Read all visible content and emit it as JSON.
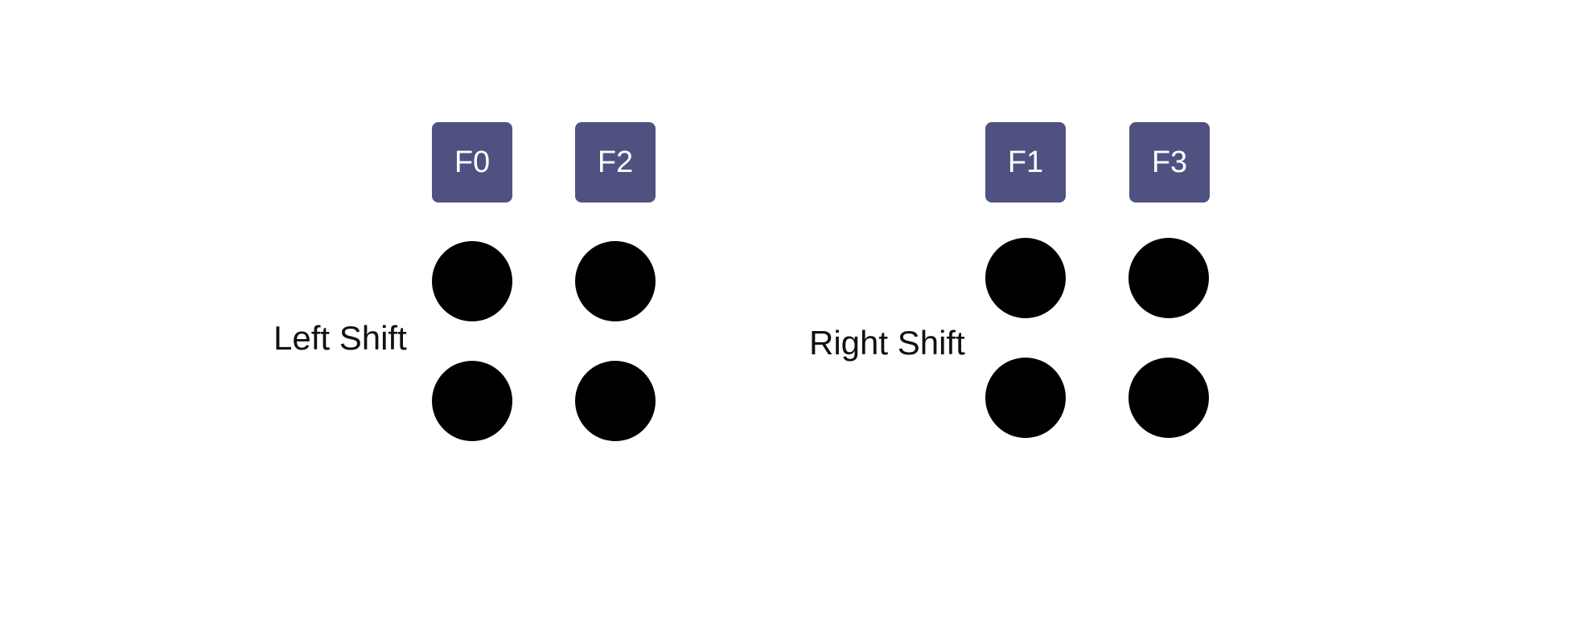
{
  "colors": {
    "background": "#ffffff",
    "fkey_fill": "#4f5280",
    "fkey_text": "#ffffff",
    "dot_fill": "#000000",
    "label_text": "#111111"
  },
  "groups": [
    {
      "label": "Left Shift",
      "fkeys": [
        "F0",
        "F2"
      ]
    },
    {
      "label": "Right Shift",
      "fkeys": [
        "F1",
        "F3"
      ]
    }
  ]
}
